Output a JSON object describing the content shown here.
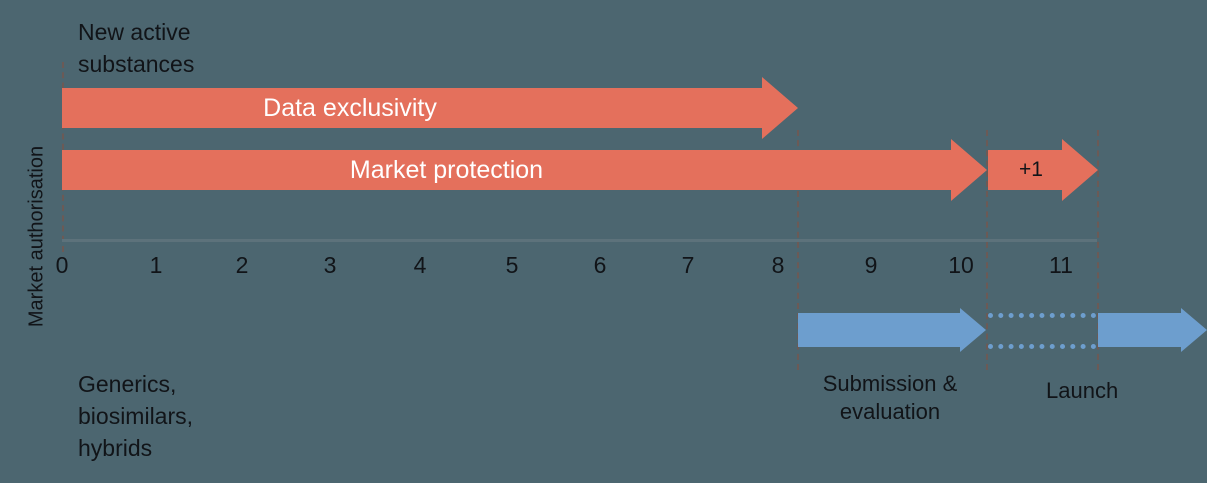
{
  "background_color": "#4c6670",
  "colors": {
    "protection_red": "#e4705c",
    "generic_blue": "#6d9ece",
    "text_dark": "#111418",
    "text_light": "#ffffff",
    "axis_line": "#5d727b",
    "dashed_guide": "#6b5a56"
  },
  "axis": {
    "label": "Market authorisation",
    "ticks": [
      "0",
      "1",
      "2",
      "3",
      "4",
      "5",
      "6",
      "7",
      "8",
      "9",
      "10",
      "11"
    ],
    "unit_hint": "years"
  },
  "top_section": {
    "heading_line1": "New active",
    "heading_line2": "substances",
    "bars": [
      {
        "name": "data-exclusivity",
        "label": "Data exclusivity",
        "start_year": 0,
        "end_year": 8
      },
      {
        "name": "market-protection",
        "label": "Market protection",
        "start_year": 0,
        "end_year": 10
      },
      {
        "name": "market-protection-extension",
        "label": "+1",
        "start_year": 10,
        "end_year": 11
      }
    ]
  },
  "bottom_section": {
    "heading_line1": "Generics,",
    "heading_line2": "biosimilars,",
    "heading_line3": "hybrids",
    "bars": [
      {
        "name": "submission-evaluation",
        "start_year": 8,
        "end_year": 10
      },
      {
        "name": "waiting-gap",
        "start_year": 10,
        "end_year": 11,
        "style": "dotted"
      },
      {
        "name": "launch",
        "start_year": 11,
        "end_year": 12
      }
    ],
    "labels": [
      {
        "name": "submission-evaluation-label",
        "line1": "Submission &",
        "line2": "evaluation"
      },
      {
        "name": "launch-label",
        "line1": "Launch",
        "line2": ""
      }
    ]
  }
}
